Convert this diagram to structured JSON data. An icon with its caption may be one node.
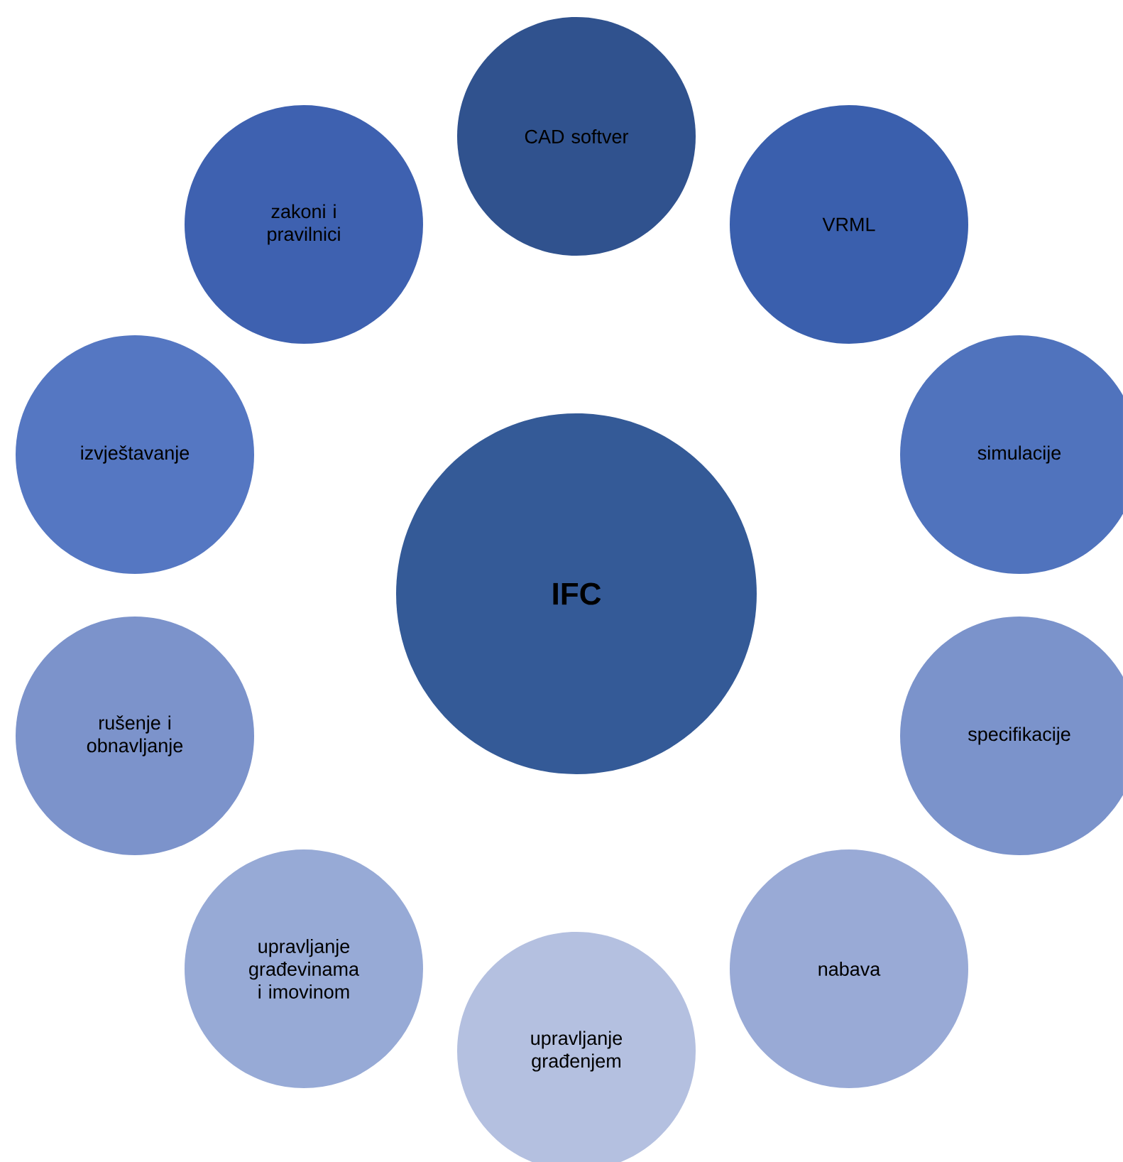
{
  "diagram": {
    "nodes": [
      {
        "text": [
          "IFC"
        ]
      },
      {
        "text": [
          "CAD softver"
        ]
      },
      {
        "text": [
          "VRML"
        ]
      },
      {
        "text": [
          "simulacije"
        ]
      },
      {
        "text": [
          "specifikacije"
        ]
      },
      {
        "text": [
          "nabava"
        ]
      },
      {
        "text": [
          "upravljanje građenjem"
        ]
      },
      {
        "text": [
          "upravljanje građevinama i imovinom"
        ]
      },
      {
        "text": [
          "rušenje i obnavljanje"
        ]
      },
      {
        "text": [
          "izvještavanje"
        ]
      },
      {
        "text": [
          "zakoni i pravilnici"
        ]
      }
    ]
  }
}
